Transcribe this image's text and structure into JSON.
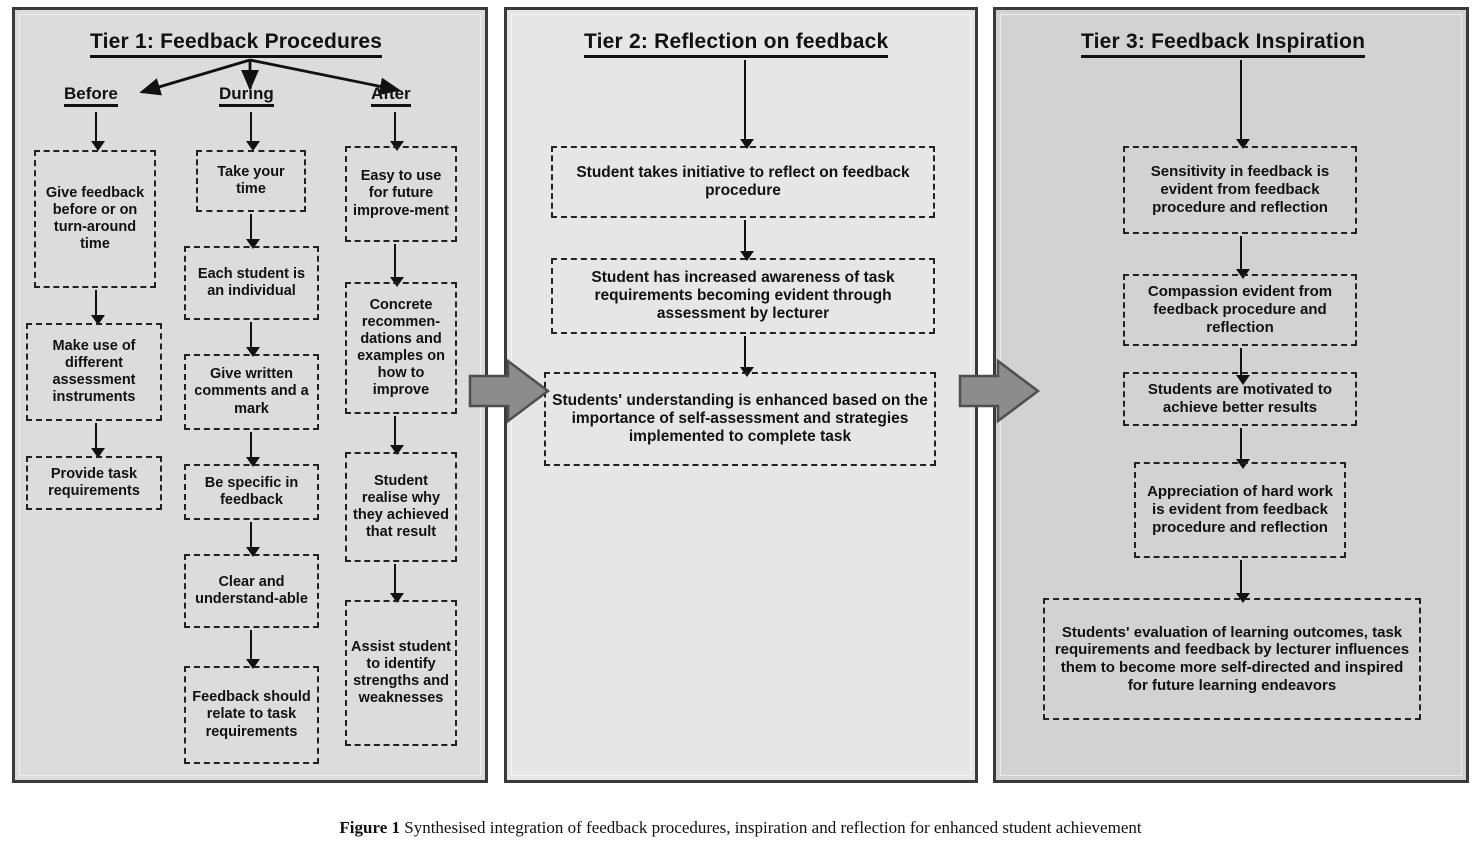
{
  "figure": {
    "caption_label": "Figure 1",
    "caption_text": " Synthesised integration of feedback procedures, inspiration and reflection for enhanced student achievement"
  },
  "colors": {
    "panel1_bg": "#dcdcdc",
    "panel2_bg": "#e6e6e6",
    "panel3_bg": "#d2d2d2",
    "panel_border": "#3a3a3a",
    "box_border": "#222222",
    "arrow": "#111111",
    "block_arrow_fill": "#8c8c8c",
    "block_arrow_stroke": "#4f4f4f"
  },
  "tier1": {
    "title": "Tier 1:  Feedback Procedures",
    "columns": [
      {
        "header": "Before",
        "boxes": [
          "Give feedback before or on turn-around time",
          "Make use of different assessment instruments",
          "Provide task requirements"
        ]
      },
      {
        "header": "During",
        "boxes": [
          "Take your time",
          "Each student is an individual",
          "Give written comments and a mark",
          "Be specific in feedback",
          "Clear and understand-able",
          "Feedback should relate to task requirements"
        ]
      },
      {
        "header": "After",
        "boxes": [
          "Easy to use for future improve-ment",
          "Concrete recommen-dations and examples on how to improve",
          "Student realise why they achieved that result",
          "Assist student to identify strengths and weaknesses"
        ]
      }
    ]
  },
  "tier2": {
    "title": "Tier 2:  Reflection on feedback",
    "boxes": [
      "Student takes initiative to reflect on feedback procedure",
      "Student has increased awareness of task requirements becoming evident through assessment by lecturer",
      "Students' understanding is enhanced based on the importance of self-assessment and strategies implemented to complete task"
    ]
  },
  "tier3": {
    "title": "Tier 3:  Feedback Inspiration",
    "boxes": [
      "Sensitivity in feedback is evident from feedback procedure and reflection",
      "Compassion evident from feedback procedure and reflection",
      "Students are motivated to achieve better results",
      "Appreciation of hard work is evident from feedback procedure and reflection",
      "Students' evaluation of learning outcomes, task requirements and feedback by lecturer influences them to become more self-directed and inspired for future learning endeavors"
    ]
  },
  "connectors": {
    "tier1_to_tier2": "block-arrow-right",
    "tier2_to_tier3": "block-arrow-right"
  }
}
